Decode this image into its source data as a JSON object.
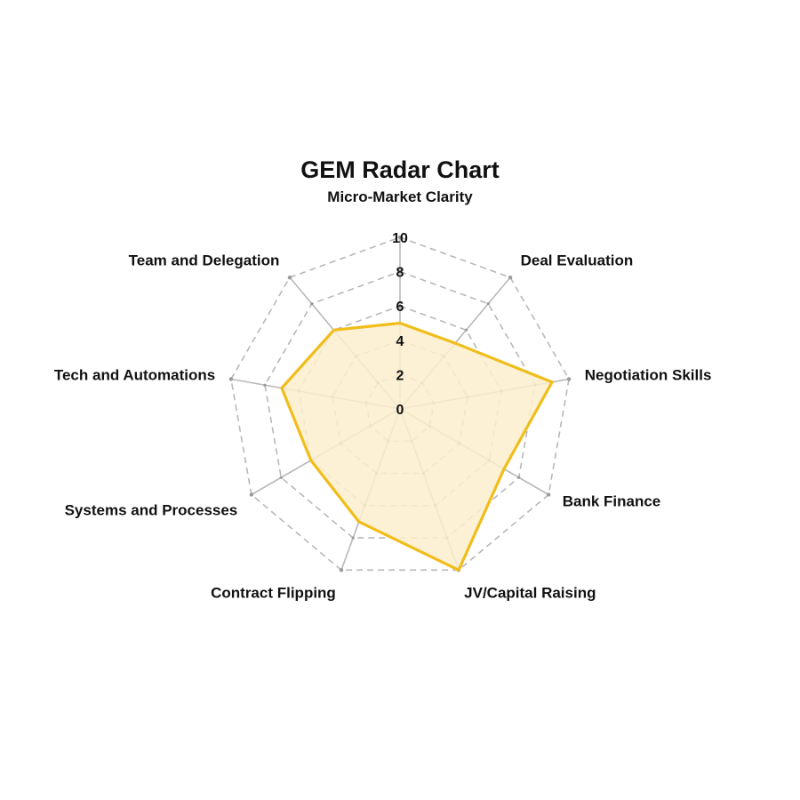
{
  "chart_data": {
    "type": "radar",
    "title": "GEM Radar Chart",
    "categories": [
      "Micro-Market Clarity",
      "Deal Evaluation",
      "Negotiation Skills",
      "Bank Finance",
      "JV/Capital Raising",
      "Contract Flipping",
      "Systems and Processes",
      "Tech and Automations",
      "Team and Delegation"
    ],
    "series": [
      {
        "values": [
          5,
          5,
          9,
          7,
          10,
          7,
          6,
          7,
          6
        ]
      }
    ],
    "rlim": [
      0,
      10
    ],
    "ticks": [
      "0",
      "2",
      "4",
      "6",
      "8",
      "10"
    ],
    "grid": true,
    "colors": {
      "line": "#f0bd1a",
      "fill": "#fcefcd",
      "grid": "#b8b8b8",
      "spoke": "#b8b8b8"
    }
  }
}
